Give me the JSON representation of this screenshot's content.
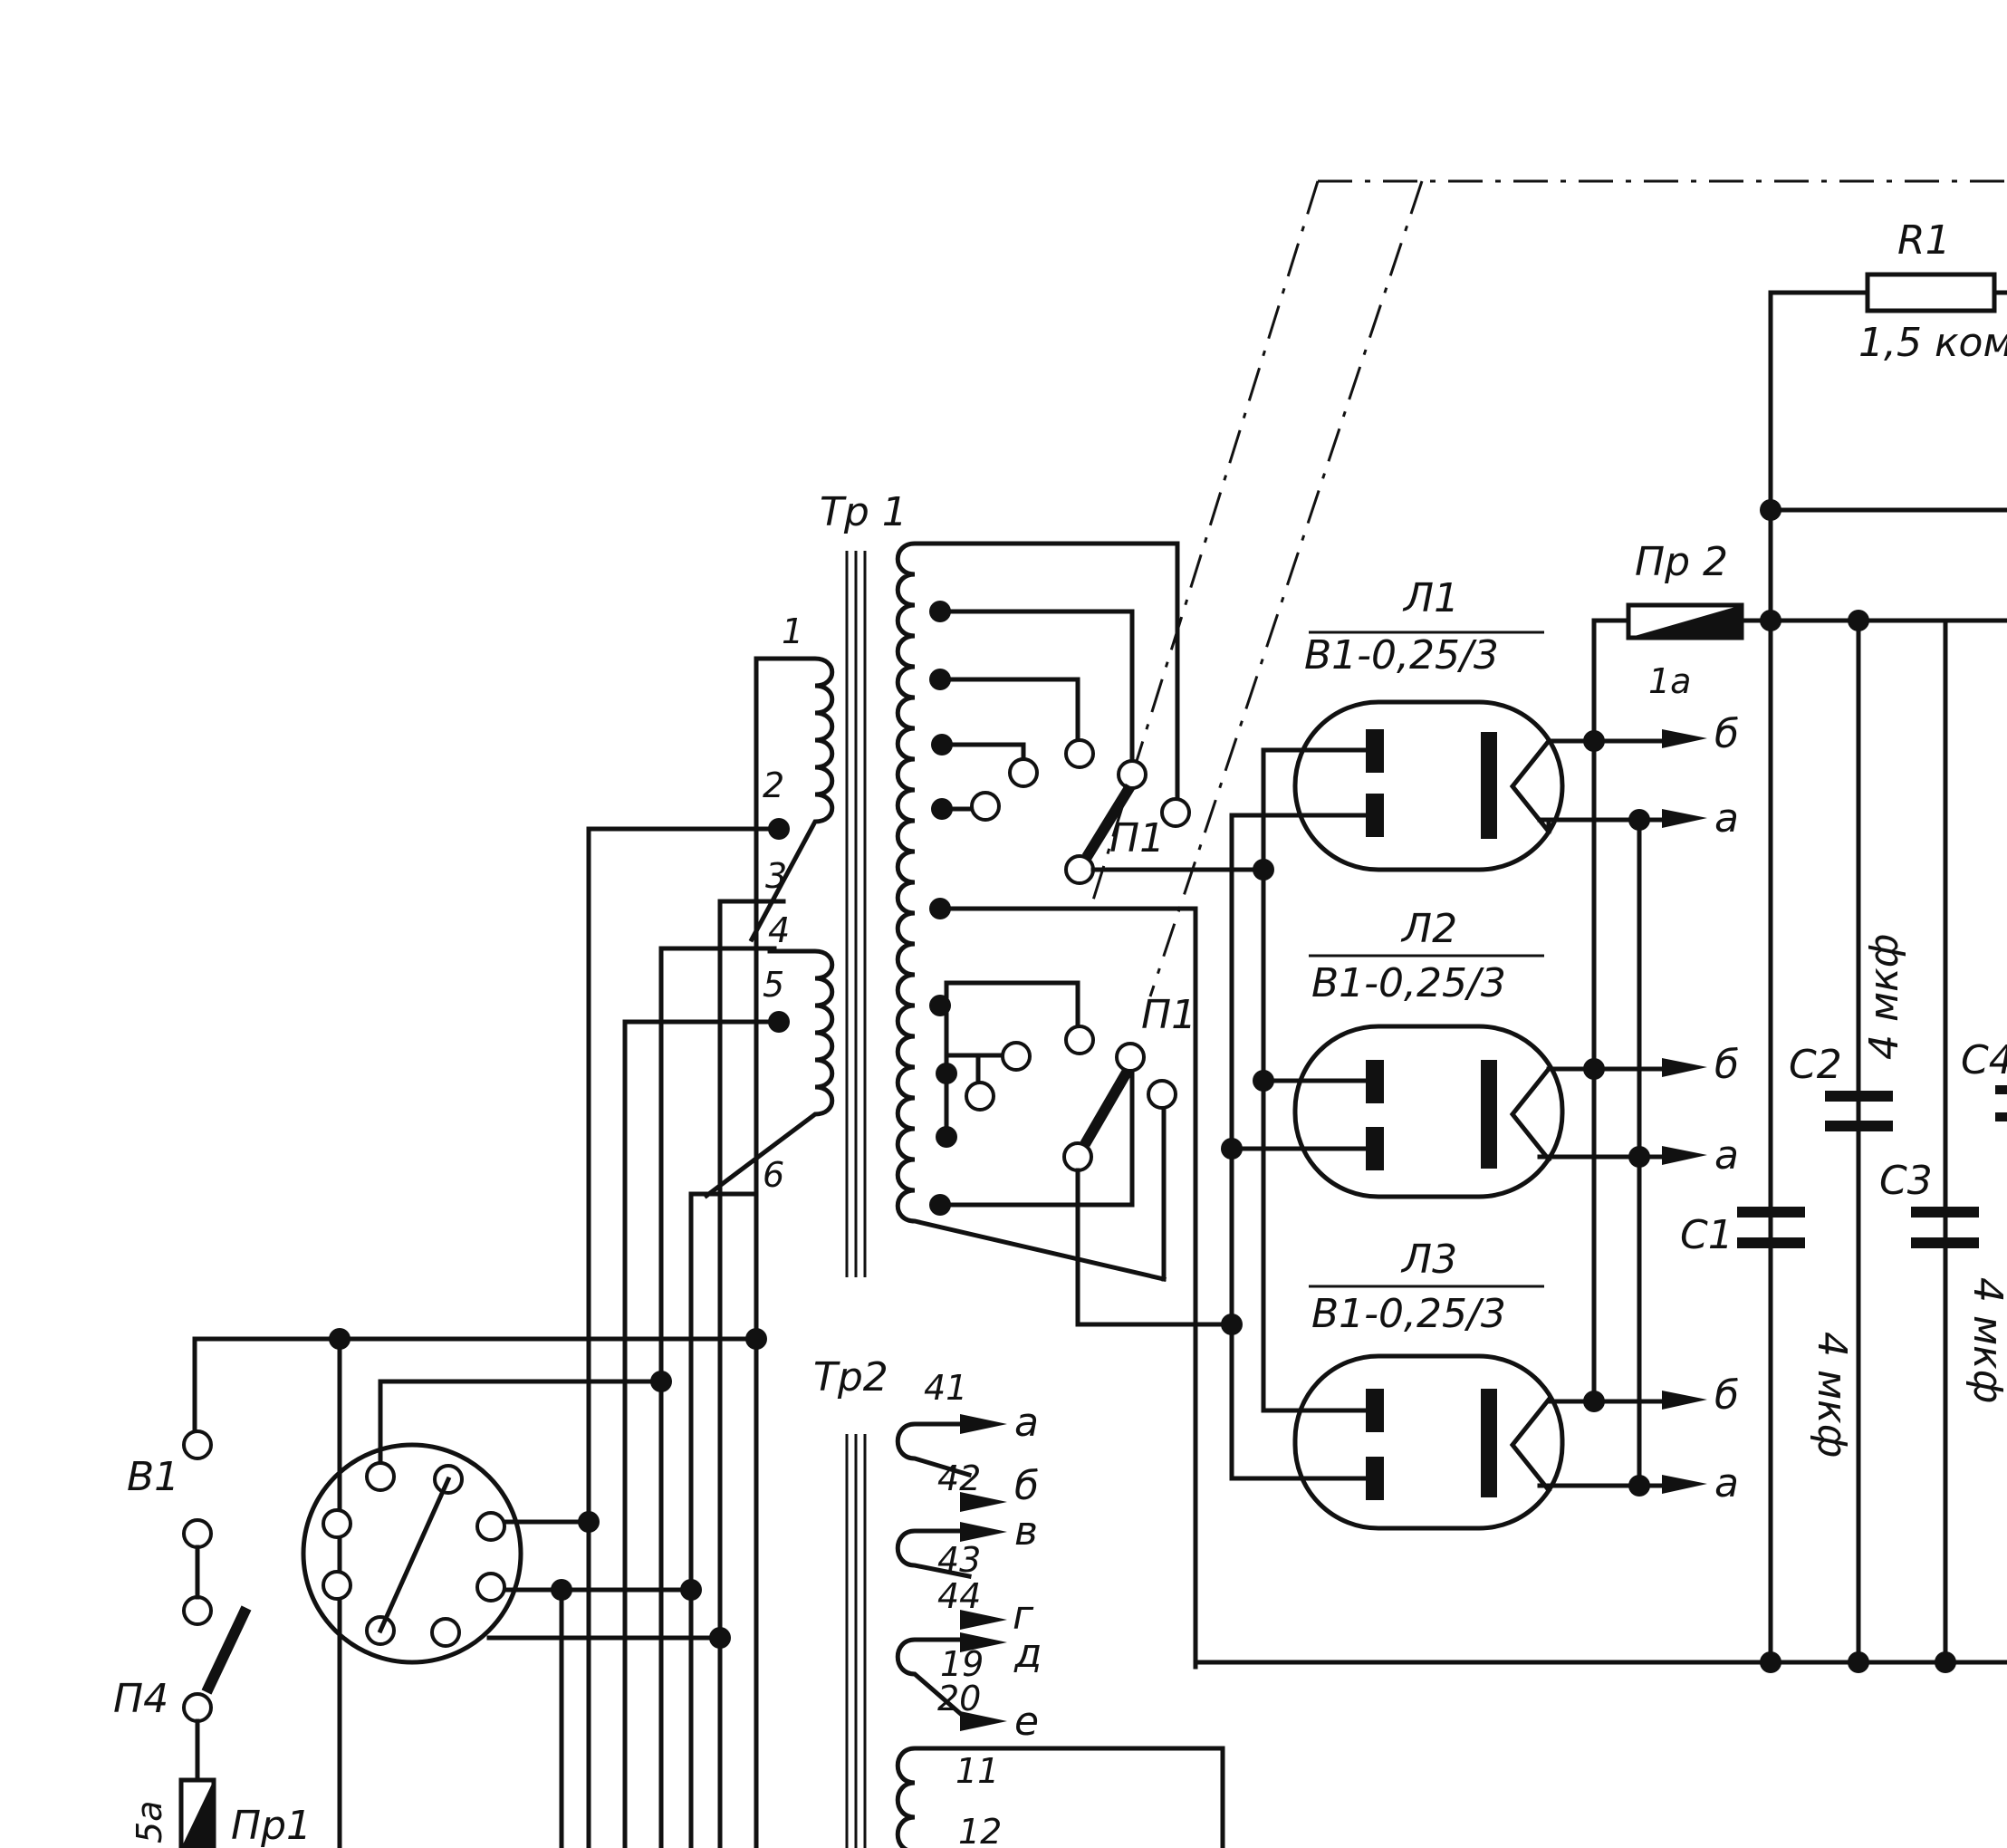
{
  "labels": {
    "tr1": "Тр 1",
    "tr2": "Тр2",
    "r1": "R1",
    "r1_value": "1,5 ком",
    "pr2": "Пр 2",
    "pr2_tag": "1а",
    "pr1": "Пр1",
    "pr1_tag": "5а",
    "p1_top": "П1",
    "p1_bottom": "П1",
    "p4": "П4",
    "v1": "В1",
    "l1": "Л1",
    "l1_type": "В1-0,25/3",
    "l2": "Л2",
    "l2_type": "В1-0,25/3",
    "l3": "Л3",
    "l3_type": "В1-0,25/3",
    "c1": "С1",
    "c1_value": "4 мкф",
    "c2": "С2",
    "c2_value": "4 мкф",
    "c3": "С3",
    "c3_value": "4 мкф",
    "c4": "С4",
    "out_b": "б",
    "out_a": "а",
    "tap1": "1",
    "tap2": "2",
    "tap3": "3",
    "tap4": "4",
    "tap5": "5",
    "tap6": "6",
    "tr2_41": "41",
    "tr2_42": "42",
    "tr2_43": "43",
    "tr2_44": "44",
    "tr2_19": "19",
    "tr2_20": "20",
    "tr2_11": "11",
    "tr2_12": "12",
    "tr2_out_a": "а",
    "tr2_out_b": "б",
    "tr2_out_v": "в",
    "tr2_out_g": "г",
    "tr2_out_d": "д",
    "tr2_out_e": "е"
  }
}
